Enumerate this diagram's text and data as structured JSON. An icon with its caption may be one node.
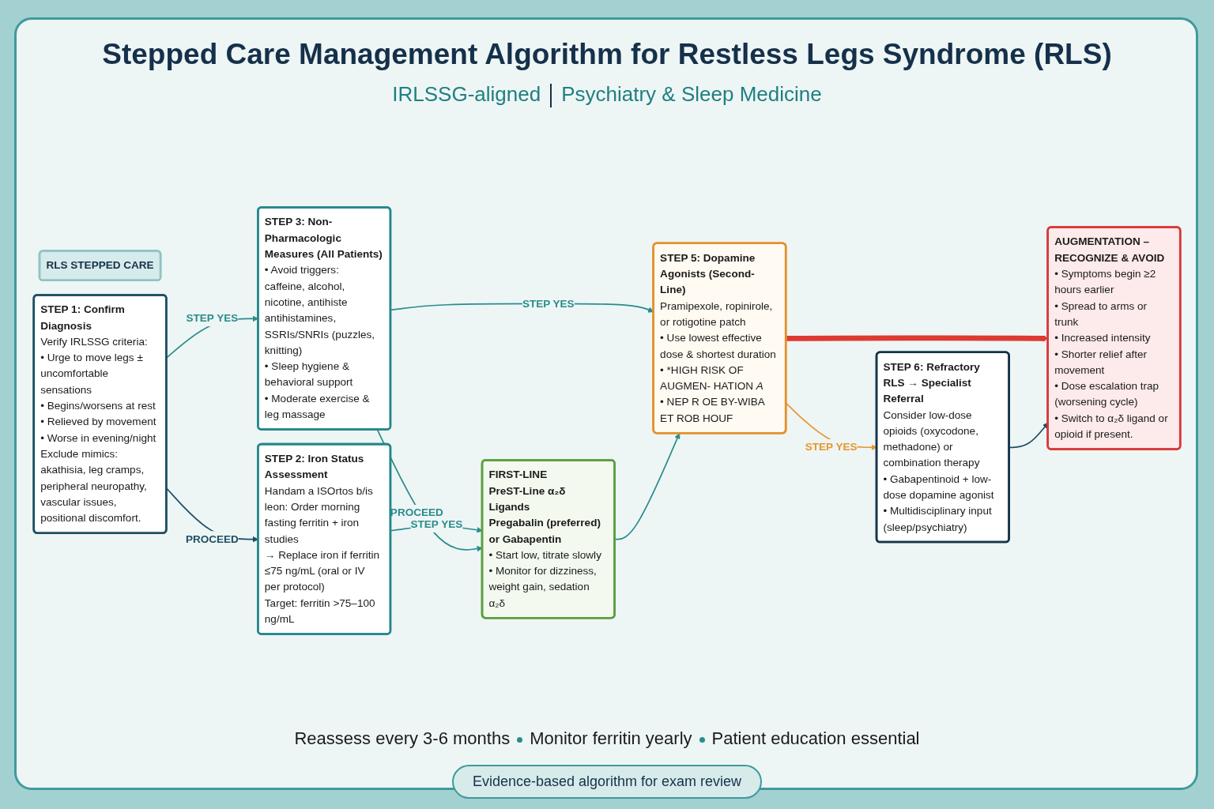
{
  "diagram": {
    "title": "Stepped Care Management Algorithm for Restless Legs Syndrome (RLS)",
    "caption": "Evidence-based algorithm for exam review",
    "nodes": [
      {
        "text": [
          "RLS STEPPED CARE"
        ]
      },
      {
        "text": [
          "STEP 1: Confirm Diagnosis",
          "Verify IRLSSG criteria:",
          "• Urge to move legs ± uncomfortable sensations",
          "• Begins/worsens at rest",
          "• Relieved by movement",
          "• Worse in evening/night",
          "Exclude mimics: akathisia, leg cramps, peripheral neuropathy, vascular issues, positional discomfort."
        ]
      },
      {
        "text": [
          "STEP 2: Iron Status Assessment",
          "Handam a ISOrtos b/is leon: Order morning fasting ferritin + iron studies",
          "→ Replace iron if ferritin ≤75 ng/mL (oral or IV per protocol)",
          "Target: ferritin >75–100 ng/mL"
        ]
      },
      {
        "text": [
          "STEP 3: Non-Pharmacologic Measures (All Patients)",
          "• Avoid triggers: caffeine, alcohol, nicotine, antihiste antihistamines, SSRIs/SNRIs (puzzles, knitting)",
          "• Sleep hygiene & behavioral support",
          "• Moderate exercise & leg massage"
        ]
      },
      {
        "text": [
          "FIRST-LINE",
          "PreST-Line α₂δ Ligands",
          "Pregabalin (preferred) or Gabapentin",
          "• Start low, titrate slowly",
          "• Monitor for dizziness, weight gain, sedation",
          "α₂δ"
        ]
      },
      {
        "text": [
          "STEP 5: Dopamine Agonists (Second-Line)",
          "Pramipexole, ropinirole, or rotigotine patch",
          "• Use lowest effective dose & shortest duration",
          "• *HIGH RISK OF AUGMEN- HATION *A*",
          "• NEP R OE BY-WIBA ET ROB HOUF"
        ]
      },
      {
        "text": [
          "STEP 6: Refractory RLS → Specialist Referral",
          "Consider low-dose opioids (oxycodone, methadone) or combination therapy",
          "• Gabapentinoid + low-dose dopamine agonist",
          "• Multidisciplinary input (sleep/psychiatry)"
        ]
      },
      {
        "text": [
          "AUGMENTATION – RECOGNIZE & AVOID",
          "• Symptoms begin ≥2 hours earlier",
          "• Spread to arms or trunk",
          "• Increased intensity",
          "• Shorter relief after movement",
          "• Dose escalation trap (worsening cycle)",
          "• Switch to α₂δ ligand or opioid if present."
        ]
      }
    ],
    "edges": [
      {
        "from": 1,
        "to": 3,
        "arrow": "to",
        "label": "STEP YES"
      },
      {
        "from": 1,
        "to": 2,
        "arrow": "to",
        "label": "PROCEED",
        "color": "#1d4e63"
      },
      {
        "from": 2,
        "to": 4,
        "arrow": "to",
        "label": "STEP YES"
      },
      {
        "from": 3,
        "to": 4,
        "arrow": "to",
        "label": "PROCEED"
      },
      {
        "from": 3,
        "to": 5,
        "arrow": "to",
        "label": "STEP YES"
      },
      {
        "from": 4,
        "to": 5,
        "arrow": "to"
      },
      {
        "from": 5,
        "to": 6,
        "arrow": "to",
        "label": "STEP YES",
        "color": "#e8962a"
      },
      {
        "from": 5,
        "to": 7,
        "arrow": "to",
        "style": "thick",
        "color": "#dd3a32"
      },
      {
        "from": 6,
        "to": 7,
        "arrow": "to",
        "color": "#1d4e63"
      }
    ],
    "labels": [
      "IRLSSG-aligned",
      "Psychiatry & Sleep Medicine",
      "Reassess every 3-6 months",
      "Monitor ferritin yearly",
      "Patient education essential"
    ]
  }
}
